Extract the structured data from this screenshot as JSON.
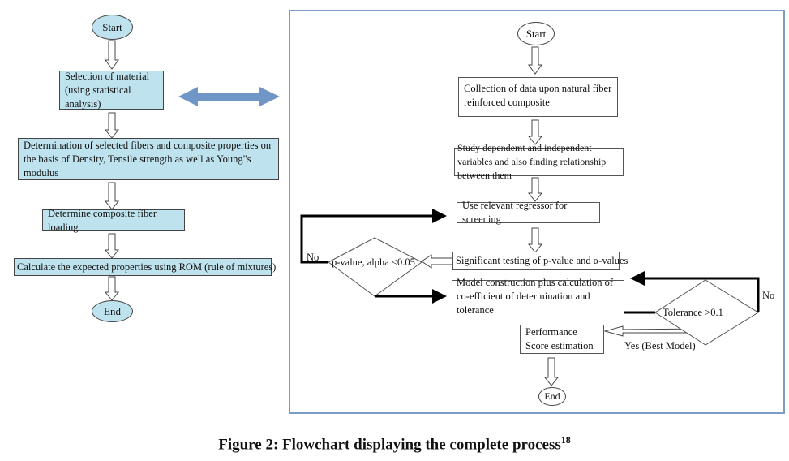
{
  "left_flow": {
    "start": "Start",
    "step1": "Selection of material (using statistical analysis)",
    "step2": "Determination of selected fibers and composite properties on the basis of Density, Tensile strength as well as Young\"s modulus",
    "step3": "Determine composite fiber loading",
    "step4": "Calculate the expected properties using ROM (rule of mixtures)",
    "end": "End"
  },
  "right_flow": {
    "start": "Start",
    "collect": "Collection of data upon natural fiber reinforced composite",
    "study": "Study dependemt and independent variables and also finding relationship between them",
    "regressor": "Use relevant regressor for screening",
    "testing": "Significant testing of p-value and α-values",
    "decision1": "p-value, alpha <0.05",
    "decision1_no": "No",
    "model": "Model construction plus calculation of co-efficient of determination and tolerance",
    "decision2": "Tolerance >0.1",
    "decision2_no": "No",
    "decision2_yes": "Yes (Best Model)",
    "performance": "Performance Score estimation",
    "end": "End"
  },
  "caption": {
    "text": "Figure 2: Flowchart displaying the complete process",
    "ref": "18"
  },
  "colors": {
    "box_fill": "#bfe3ee",
    "double_arrow": "#7096c8",
    "frame": "#7b9cc8"
  }
}
